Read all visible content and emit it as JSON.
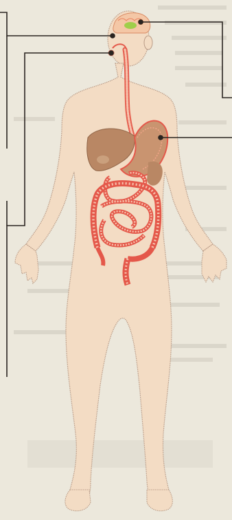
{
  "figure": {
    "subject": "human-digestive-system",
    "callouts": [
      {
        "id": "brain-callout",
        "target": "brain"
      },
      {
        "id": "mouth-callout",
        "target": "mouth"
      },
      {
        "id": "stomach-callout",
        "target": "stomach"
      },
      {
        "id": "intestine-callout",
        "target": "intestines"
      }
    ]
  },
  "colors": {
    "paper": "#ece8dc",
    "skin": "#f3dcc4",
    "skin_outline": "#b89a86",
    "organ_brown": "#b98764",
    "gut_red": "#e4584a",
    "gut_fill": "#f0a082",
    "brain_green": "#9fcf4a",
    "brain_orange": "#f08a4a",
    "leader": "#2a2420"
  }
}
